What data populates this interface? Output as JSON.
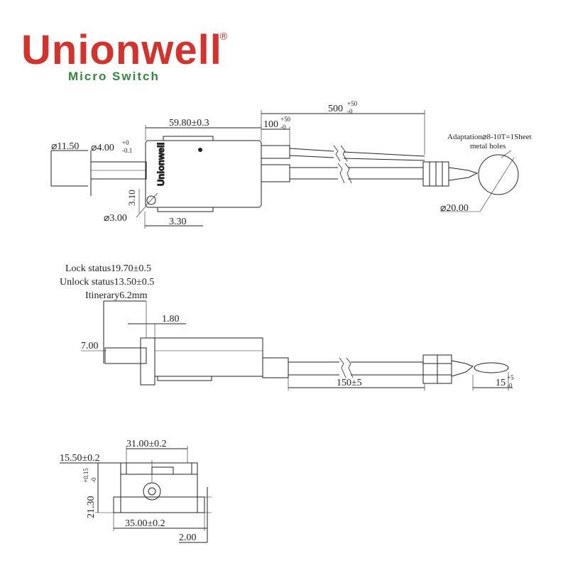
{
  "brand": {
    "name": "Unionwell",
    "registered_mark": "®",
    "tagline": "Micro Switch",
    "body_marking": "Unionwell"
  },
  "top_view": {
    "body_length": "59.80±0.3",
    "cable_length": "500",
    "cable_length_tol": "+50",
    "cable_length_tol_low": "-0",
    "wire_strip": "100",
    "wire_strip_tol": "+50",
    "wire_strip_tol_low": "-0",
    "outer_diameter": "⌀11.50",
    "plunger_diameter": "⌀4.00",
    "plunger_tol_high": "+0",
    "plunger_tol_low": "-0.1",
    "hole_diameter": "⌀3.00",
    "vertical_dim": "3.10",
    "offset": "3.30",
    "ring_diameter": "⌀20.00",
    "adaptation_line1": "Adaptation⌀8-10T=1Sheet",
    "adaptation_line2": "metal holes"
  },
  "side_view": {
    "lock_status": "Lock status19.70±0.5",
    "unlock_status": "Unlock status13.50±0.5",
    "itinerary": "Itinerary6.2mm",
    "flange": "1.80",
    "height": "7.00",
    "cable": "150±5",
    "lead": "15",
    "lead_tol_high": "+5",
    "lead_tol_low": "-0"
  },
  "front_view": {
    "inner_width": "31.00±0.2",
    "half_width": "15.50±0.2",
    "height": "21.30",
    "height_tol_high": "+0.15",
    "height_tol_low": "-0",
    "base_width": "35.00±0.2",
    "base_thickness": "2.00"
  }
}
